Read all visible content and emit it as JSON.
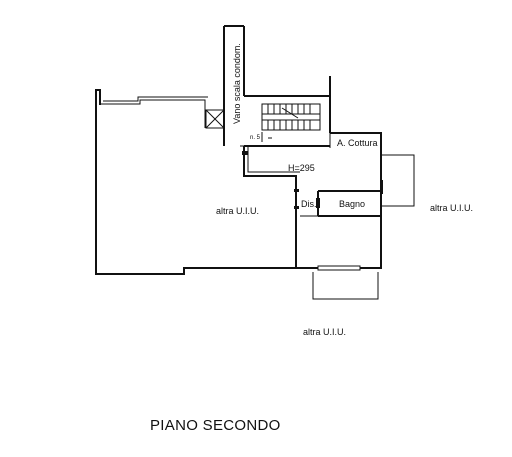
{
  "plan": {
    "labels": {
      "stair_shaft": "Vano scala condom.",
      "stair_steps": "n. 5",
      "kitchen": "A. Cottura",
      "height": "H=295",
      "bathroom": "Bagno",
      "hall": "Dis.",
      "unit_left": "altra U.I.U.",
      "unit_right": "altra U.I.U.",
      "unit_bottom": "altra U.I.U."
    },
    "floor_title": "PIANO SECONDO"
  }
}
